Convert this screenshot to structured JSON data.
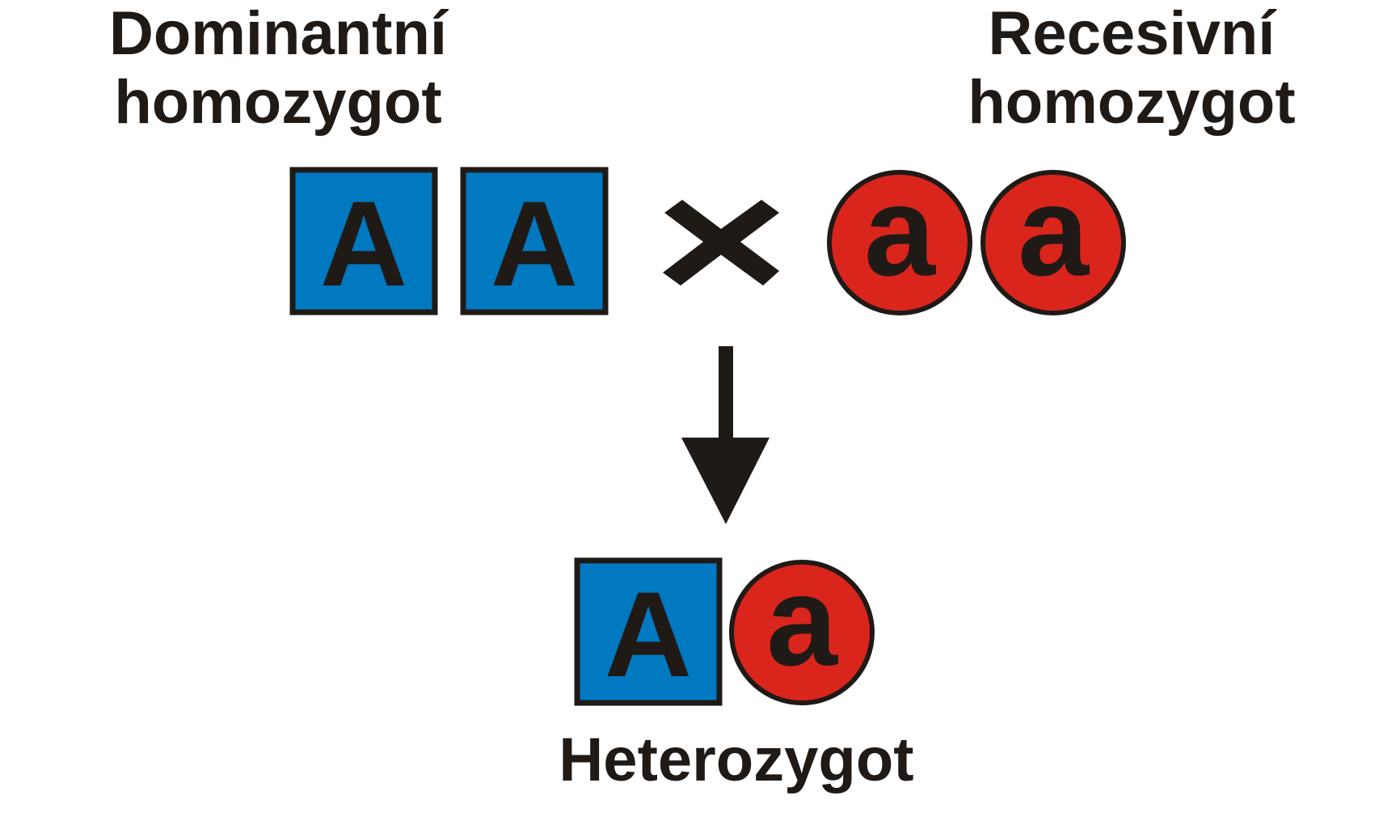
{
  "labels": {
    "dominant_line1": "Dominantní",
    "dominant_line2": "homozygot",
    "recessive_line1": "Recesivní",
    "recessive_line2": "homozygot",
    "offspring": "Heterozygot"
  },
  "alleles": {
    "dominant": "A",
    "recessive": "a"
  },
  "colors": {
    "dominant": "#0079c1",
    "recessive": "#da251d",
    "outline": "#201a17"
  }
}
